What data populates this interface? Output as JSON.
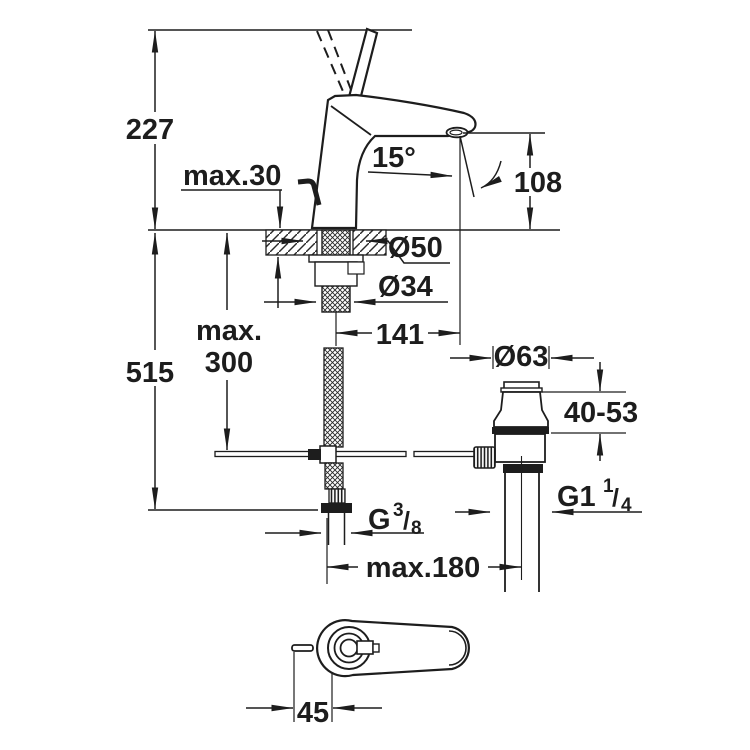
{
  "drawing": {
    "description": "Technical installation drawing of a single-lever basin mixer tap with pop-up waste, front view with below-deck supply hoses, waste set side view and lever top view",
    "colors": {
      "line": "#1d1d1d",
      "background": "#ffffff"
    },
    "labels": {
      "height_total": "227",
      "deck_thickness": "max.30",
      "spout_angle": "15°",
      "spout_height": "108",
      "hole_diameter": "Ø50",
      "shank_diameter": "Ø34",
      "spout_reach": "141",
      "hose_max_word": "max.",
      "hose_max_value": "300",
      "supply_length": "515",
      "waste_flange_diameter": "Ø63",
      "mounting_range": "40-53",
      "rod_reach": "max.180",
      "lever_offset": "45",
      "waste_thread": {
        "base": "G1",
        "sup": "1",
        "slash": "/",
        "sub": "4"
      },
      "supply_thread": {
        "base": "G",
        "sup": "3",
        "slash": "/",
        "sub": "8"
      }
    }
  }
}
